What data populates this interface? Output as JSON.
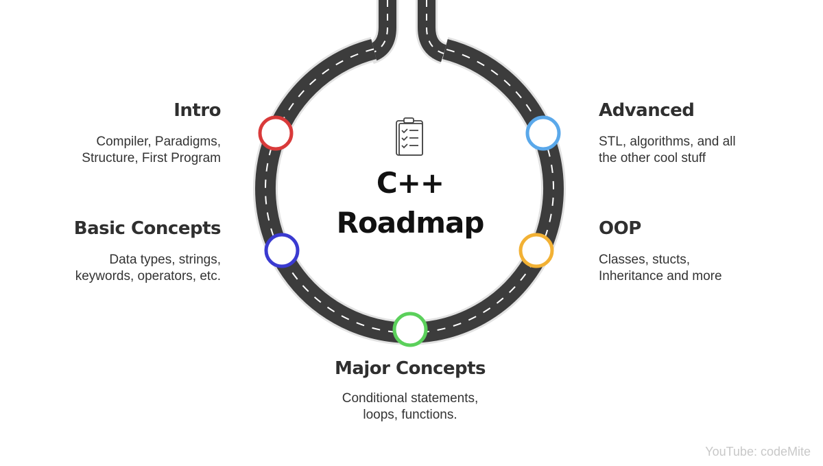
{
  "center": {
    "title_line1": "C++",
    "title_line2": "Roadmap",
    "icon": "checklist-clipboard-icon"
  },
  "milestones": {
    "intro": {
      "title": "Intro",
      "line1": "Compiler, Paradigms,",
      "line2": "Structure, First Program",
      "color": "#d93a3a"
    },
    "basic": {
      "title": "Basic Concepts",
      "line1": "Data types, strings,",
      "line2": "keywords, operators, etc.",
      "color": "#3a3ad0"
    },
    "major": {
      "title": "Major Concepts",
      "line1": "Conditional statements,",
      "line2": "loops, functions.",
      "color": "#5bd05b"
    },
    "oop": {
      "title": "OOP",
      "line1": "Classes, stucts,",
      "line2": "Inheritance and more",
      "color": "#f2b134"
    },
    "advanced": {
      "title": "Advanced",
      "line1": "STL, algorithms, and all",
      "line2": "the other cool stuff",
      "color": "#5aa8ea"
    }
  },
  "road": {
    "asphalt_color": "#3c3c3c",
    "line_color": "#ffffff"
  },
  "watermark": "YouTube: codeMite"
}
